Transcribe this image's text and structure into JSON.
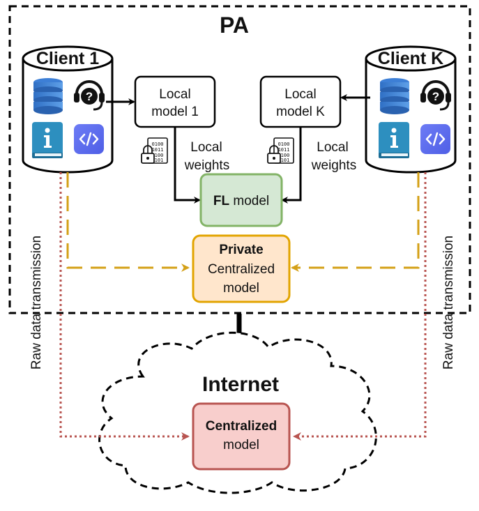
{
  "title": "PA",
  "internet_label": "Internet",
  "clients": {
    "left": {
      "label": "Client 1",
      "model_line1": "Local",
      "model_line2": "model 1"
    },
    "right": {
      "label": "Client K",
      "model_line1": "Local",
      "model_line2": "model K"
    }
  },
  "weights_line1": "Local",
  "weights_line2": "weights",
  "fl_model": {
    "bold": "FL",
    "rest": " model"
  },
  "private_model": {
    "line1": "Private",
    "line2": "Centralized",
    "line3": "model"
  },
  "central_model": {
    "line1": "Centralized",
    "line2": "model"
  },
  "raw_data_label": "Raw data transmission",
  "icons": [
    "database-icon",
    "headset-help-icon",
    "info-book-icon",
    "code-icon",
    "encrypted-file-icon"
  ],
  "colors": {
    "fl_fill": "#d5e8d4",
    "fl_stroke": "#82b366",
    "private_fill": "#ffe6cc",
    "private_stroke": "#e2a400",
    "central_fill": "#f8cecc",
    "central_stroke": "#b85450",
    "gold_dash": "#d4a017",
    "red_dot": "#b85450"
  }
}
